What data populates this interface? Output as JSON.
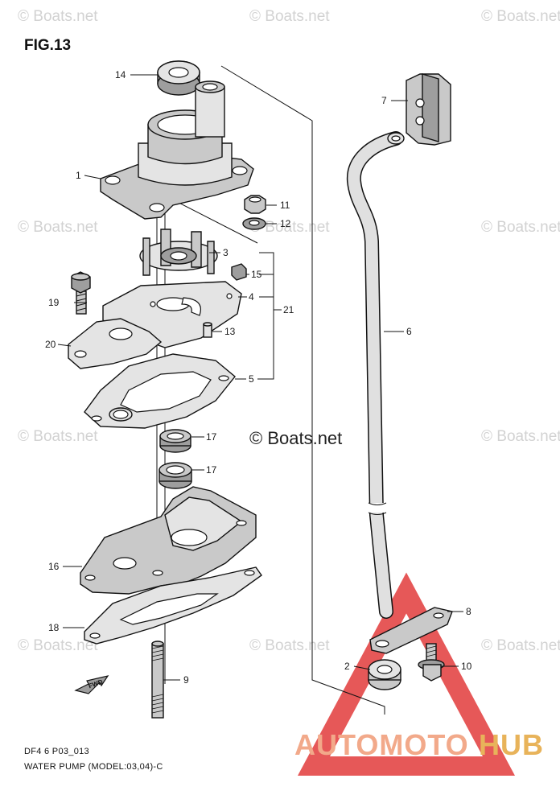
{
  "figure_title": "FIG.13",
  "watermark_text": "© Boats.net",
  "center_watermark": "© Boats.net",
  "footer": {
    "code": "DF4 6 P03_013",
    "caption": "WATER PUMP (MODEL:03,04)-C"
  },
  "brand": {
    "part1": "AUTOMOTO",
    "part2": "HUB",
    "color_part1": "#f2a98a",
    "color_part2": "#e8b35a",
    "triangle_color": "#e23b3b"
  },
  "fwd_label": "FWD",
  "callouts": [
    "14",
    "7",
    "1",
    "11",
    "12",
    "3",
    "15",
    "4",
    "21",
    "19",
    "13",
    "20",
    "6",
    "5",
    "17",
    "17",
    "16",
    "18",
    "8",
    "2",
    "10",
    "9"
  ]
}
